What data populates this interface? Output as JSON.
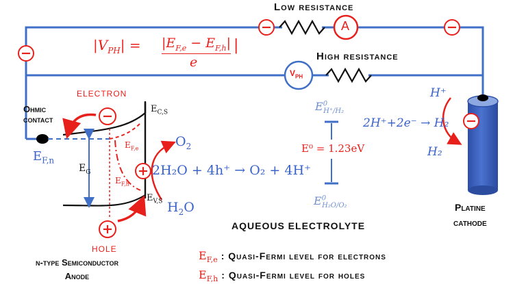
{
  "labels": {
    "low_resistance": "Low resistance",
    "high_resistance": "High resistance",
    "ammeter": "A",
    "voltmeter": "V",
    "voltmeter_sub": "PH",
    "ohmic_contact_1": "Ohmic",
    "ohmic_contact_2": "contact",
    "electron": "ELECTRON",
    "hole": "HOLE",
    "ec": "E",
    "ec_sub": "C,S",
    "ev": "E",
    "ev_sub": "V,S",
    "efe": "E",
    "efe_sub": "F,e",
    "efh": "E",
    "efh_sub": "F,h",
    "efn": "E",
    "efn_sub": "F,n",
    "eg": "E",
    "eg_sub": "G",
    "o2": "O",
    "o2_sub": "2",
    "h2o": "H",
    "h2o_sub": "2",
    "h2o_end": "O",
    "oxidation_eq": "2H₂O + 4h⁺ → O₂ + 4H⁺",
    "e0": "E⁰ = 1.23eV",
    "e0_top": "E",
    "e0_top_sup": "0",
    "e0_top_sub": "H⁺/H₂",
    "e0_bot": "E",
    "e0_bot_sup": "0",
    "e0_bot_sub": "H₂O/O₂",
    "reduction_eq": "2H⁺+2e⁻ → H₂",
    "h_plus": "H⁺",
    "h2": "H₂",
    "aqueous": "AQUEOUS ELECTROLYTE",
    "platine_1": "Platine",
    "platine_2": "cathode",
    "semiconductor_1": "n-type Semiconductor",
    "semiconductor_2": "Anode",
    "vph_formula_lhs": "V",
    "vph_formula_lhs_sub": "PH",
    "vph_numerator": "E",
    "vph_num_sub1": "F,e",
    "vph_num_mid": " − E",
    "vph_num_sub2": "F,h",
    "vph_denominator": "e",
    "legend_efe_sym": "E",
    "legend_efe_sub": "F,e",
    "legend_efe_text": ": Quasi-Fermi level for electrons",
    "legend_efh_sym": "E",
    "legend_efh_sub": "F,h",
    "legend_efh_text": ": Quasi-Fermi level for holes"
  },
  "colors": {
    "wire": "#3f6fc6",
    "red": "#e8201c",
    "blue": "#3a63c9",
    "electrode": "#3a62c4"
  }
}
